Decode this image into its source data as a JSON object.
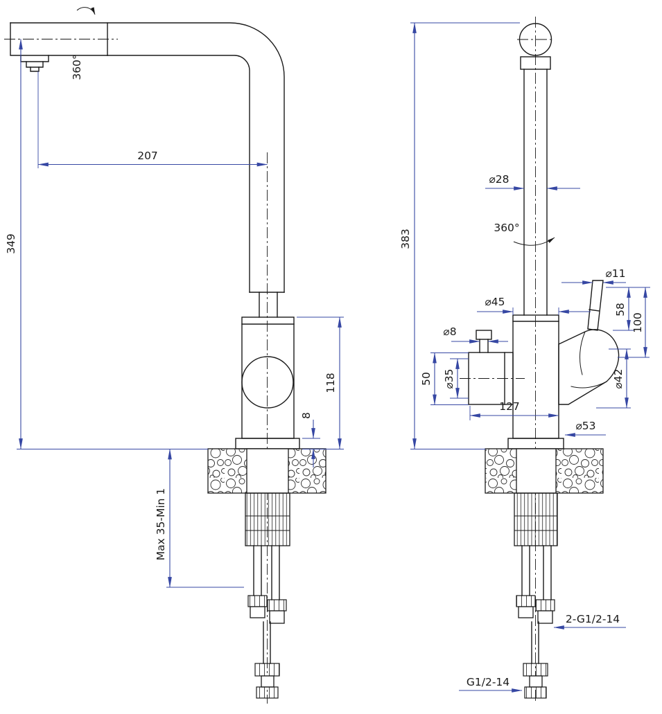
{
  "colors": {
    "line": "#1a1a1a",
    "dimension": "#3647a3"
  },
  "labels": {
    "left": {
      "rotation": "360°",
      "reach": "207",
      "height": "349",
      "body_height": "118",
      "base_thickness": "8",
      "mounting": "Max 35-Min 1"
    },
    "right": {
      "total_height": "383",
      "pipe_diameter": "⌀28",
      "rotation": "360°",
      "body_diameter": "⌀45",
      "spout_diameter": "⌀8",
      "boss_diameter": "⌀35",
      "boss_height": "50",
      "lever_diameter": "⌀11",
      "lever_length": "58",
      "handle_height": "100",
      "handle_diameter": "⌀42",
      "width": "127",
      "base_diameter": "⌀53",
      "hose_thread": "2-G1/2-14",
      "inlet_thread": "G1/2-14"
    }
  }
}
